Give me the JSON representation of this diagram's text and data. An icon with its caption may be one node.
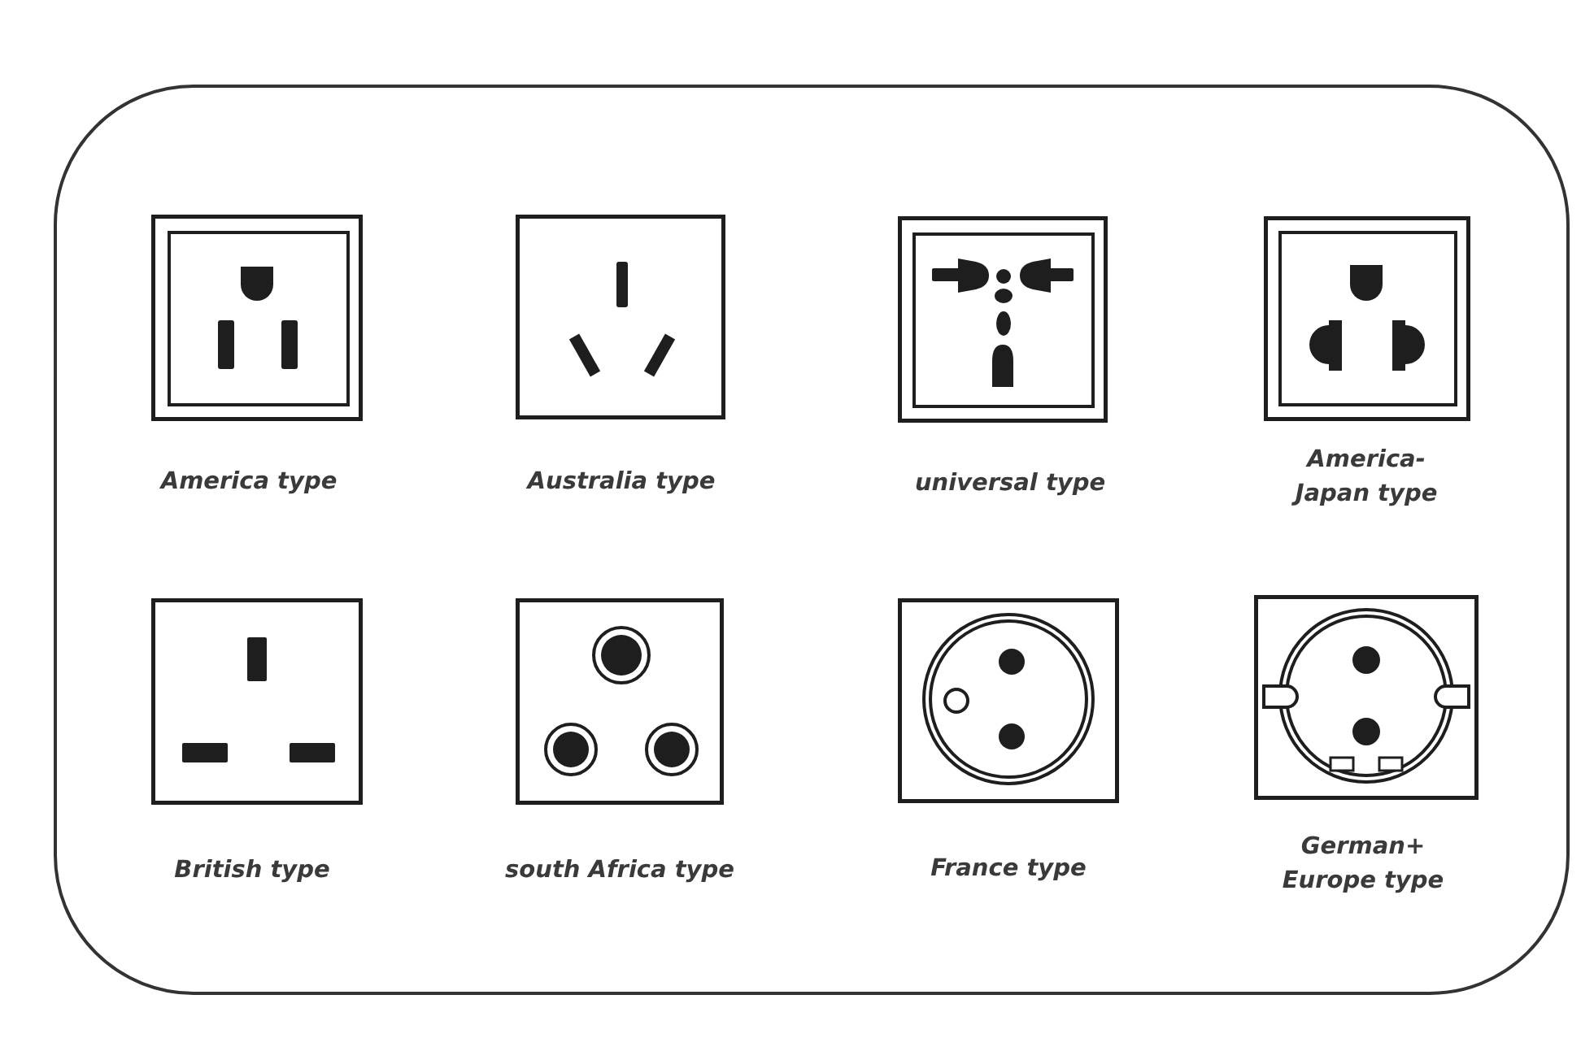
{
  "diagram": {
    "labels": [
      "America type",
      "Australia type",
      "universal type",
      "America- Japan type",
      "British type",
      "south Africa type",
      "France type",
      "German+ Europe type"
    ]
  }
}
